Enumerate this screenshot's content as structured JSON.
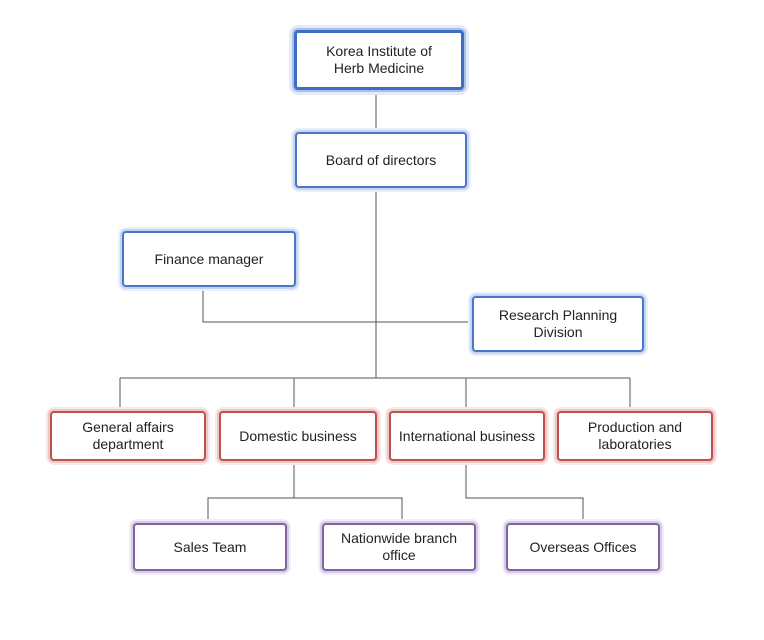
{
  "nodes": {
    "korea_institute": "Korea Institute of\nHerb Medicine",
    "board_of_directors": "Board of directors",
    "finance_manager": "Finance manager",
    "research_planning": "Research Planning Division",
    "general_affairs": "General affairs\ndepartment",
    "domestic_business": "Domestic business",
    "international_business": "International business",
    "production_labs": "Production and\nlaboratories",
    "sales_team": "Sales Team",
    "nationwide_branch": "Nationwide branch office",
    "overseas_offices": "Overseas Offices"
  },
  "colors": {
    "top_border": "#3f6dc4",
    "executive_border": "#4a76c9",
    "department_border": "#c0504d",
    "team_border": "#8064a2",
    "connector": "#555555"
  }
}
